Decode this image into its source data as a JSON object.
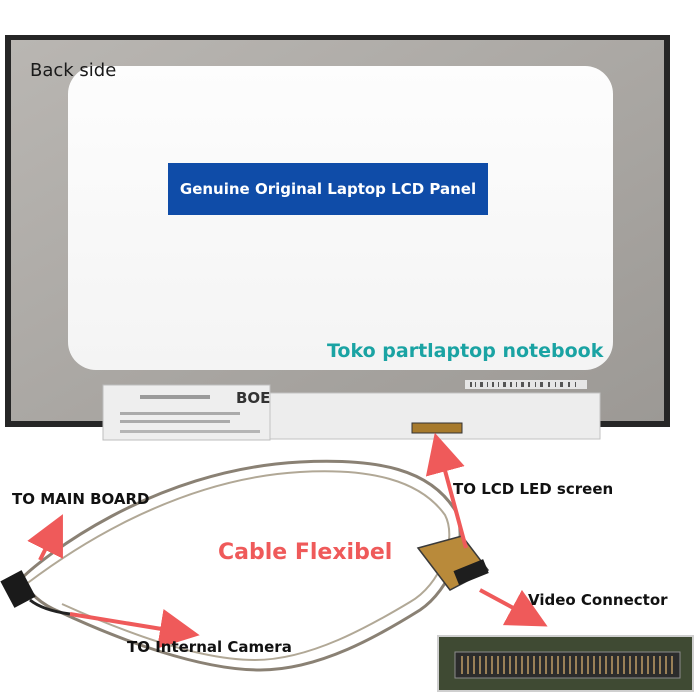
{
  "labels": {
    "back_side": "Back side",
    "banner": "Genuine Original Laptop LCD Panel",
    "watermark": "Toko partlaptop notebook",
    "to_main_board": "TO MAIN BOARD",
    "to_lcd": "TO LCD LED screen",
    "cable": "Cable Flexibel",
    "video_connector": "Video Connector",
    "to_camera": "TO Internal Camera",
    "brand": "BOE"
  },
  "colors": {
    "banner_bg": "#0f4ca8",
    "watermark": "#1aa3a3",
    "arrow": "#ef5a5a",
    "cable_label": "#ef5a5a"
  }
}
